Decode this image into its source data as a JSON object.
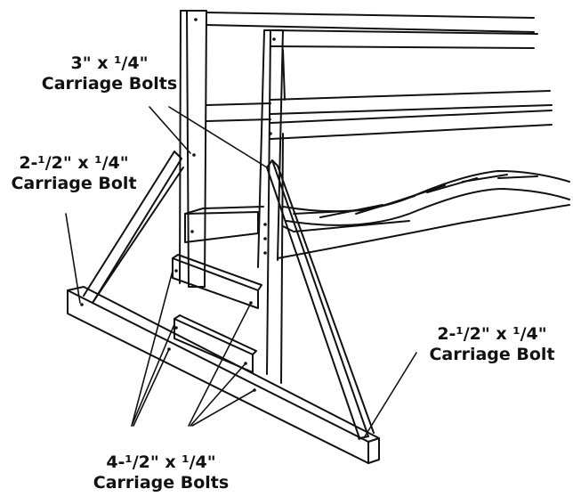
{
  "colors": {
    "line": "#111111",
    "background": "#ffffff"
  },
  "callouts": {
    "bolt_3in": {
      "line1": "3\" x ¹/4\"",
      "line2": "Carriage Bolts"
    },
    "bolt_2half_left": {
      "line1": "2-¹/2\" x ¹/4\"",
      "line2": "Carriage Bolt"
    },
    "bolt_2half_right": {
      "line1": "2-¹/2\" x ¹/4\"",
      "line2": "Carriage Bolt"
    },
    "bolt_4half": {
      "line1": "4-¹/2\" x ¹/4\"",
      "line2": "Carriage Bolts"
    }
  }
}
